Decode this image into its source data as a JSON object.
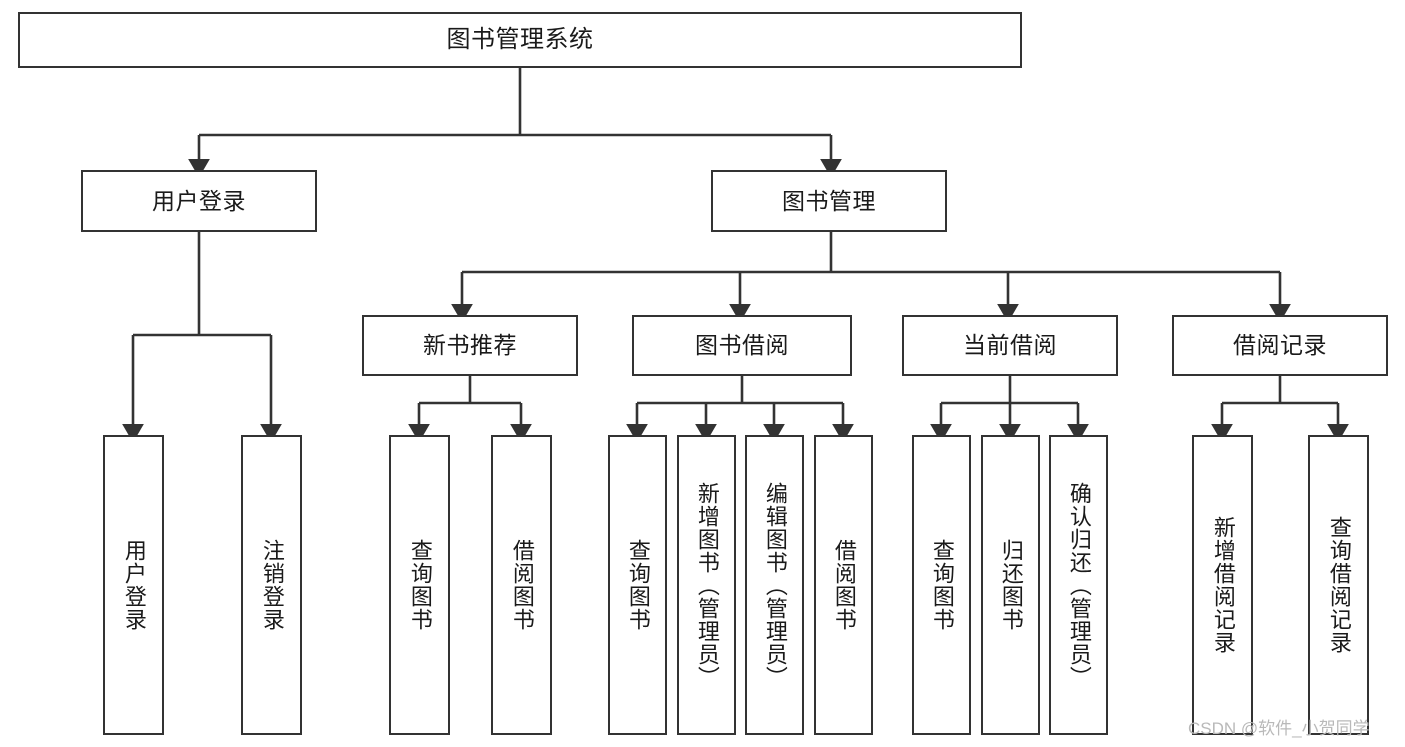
{
  "diagram": {
    "type": "hierarchy-tree",
    "title": "图书管理系统",
    "levels": 4,
    "nodes": {
      "root": {
        "label": "图书管理系统",
        "level": 1
      },
      "user_login": {
        "label": "用户登录",
        "level": 2
      },
      "book_manage": {
        "label": "图书管理",
        "level": 2
      },
      "new_book_rec": {
        "label": "新书推荐",
        "level": 3
      },
      "book_borrow": {
        "label": "图书借阅",
        "level": 3
      },
      "current_borrow": {
        "label": "当前借阅",
        "level": 3
      },
      "borrow_record": {
        "label": "借阅记录",
        "level": 3
      },
      "leaf_user_login": {
        "label": "用户登录",
        "level": 3
      },
      "leaf_logout": {
        "label": "注销登录",
        "level": 3
      },
      "leaf_query_book_1": {
        "label": "查询图书",
        "level": 4
      },
      "leaf_borrow_book_1": {
        "label": "借阅图书",
        "level": 4
      },
      "leaf_query_book_2": {
        "label": "查询图书",
        "level": 4
      },
      "leaf_add_book": {
        "label": "新增图书（管理员）",
        "level": 4
      },
      "leaf_edit_book": {
        "label": "编辑图书（管理员）",
        "level": 4
      },
      "leaf_borrow_book_2": {
        "label": "借阅图书",
        "level": 4
      },
      "leaf_query_book_3": {
        "label": "查询图书",
        "level": 4
      },
      "leaf_return_book": {
        "label": "归还图书",
        "level": 4
      },
      "leaf_confirm_return": {
        "label": "确认归还（管理员）",
        "level": 4
      },
      "leaf_add_record": {
        "label": "新增借阅记录",
        "level": 4
      },
      "leaf_query_record": {
        "label": "查询借阅记录",
        "level": 4
      }
    },
    "colors": {
      "stroke": "#333333",
      "fill": "#ffffff",
      "text": "#1a1a1a",
      "watermark": "#b9b9b9"
    }
  },
  "watermark": {
    "text": "CSDN @软件_小贺同学"
  }
}
